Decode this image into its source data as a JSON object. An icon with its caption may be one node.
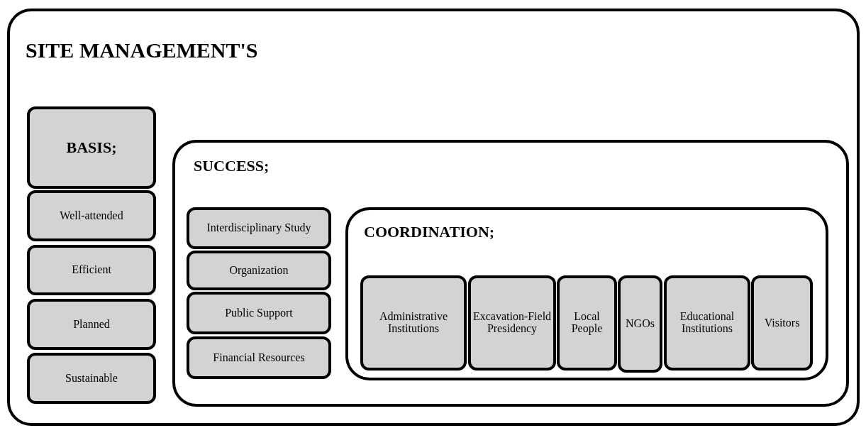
{
  "diagram": {
    "nodes": [
      {
        "text": [
          "SITE MANAGEMENT'S"
        ]
      },
      {
        "text": [
          "BASIS;"
        ],
        "in": 0
      },
      {
        "text": [
          "Well-attended"
        ],
        "in": 0
      },
      {
        "text": [
          "Efficient"
        ],
        "in": 0
      },
      {
        "text": [
          "Planned"
        ],
        "in": 0
      },
      {
        "text": [
          "Sustainable"
        ],
        "in": 0
      },
      {
        "text": [
          "SUCCESS;"
        ],
        "in": 0
      },
      {
        "text": [
          "Interdisciplinary Study"
        ],
        "in": 6
      },
      {
        "text": [
          "Organization"
        ],
        "in": 6
      },
      {
        "text": [
          "Public Support"
        ],
        "in": 6
      },
      {
        "text": [
          "Financial Resources"
        ],
        "in": 6
      },
      {
        "text": [
          "COORDINATION;"
        ],
        "in": 6
      },
      {
        "text": [
          "Administrative Institutions"
        ],
        "in": 11
      },
      {
        "text": [
          "Excavation-Field Presidency"
        ],
        "in": 11
      },
      {
        "text": [
          "Local People"
        ],
        "in": 11
      },
      {
        "text": [
          "NGOs"
        ],
        "in": 11
      },
      {
        "text": [
          "Educational Institutions"
        ],
        "in": 11
      },
      {
        "text": [
          "Visitors"
        ],
        "in": 11
      }
    ]
  }
}
